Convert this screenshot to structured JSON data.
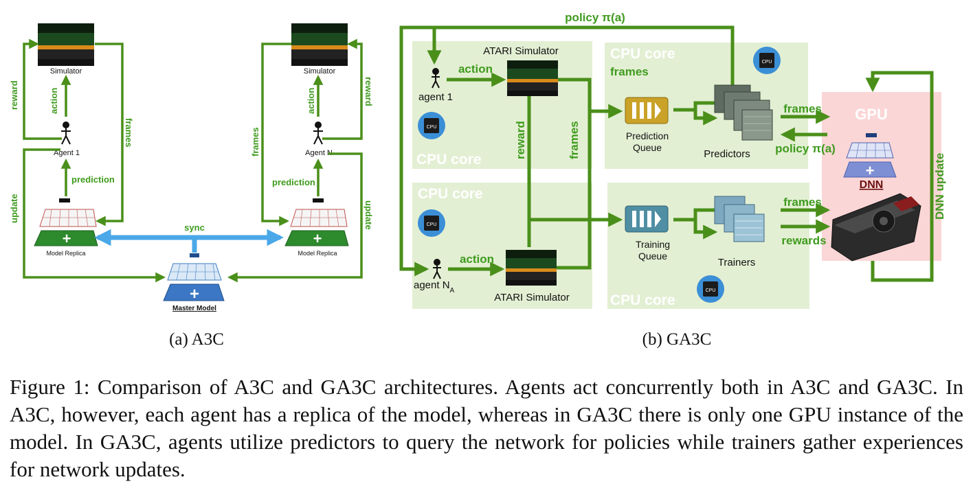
{
  "colors": {
    "arrow_green": "#4a8f1a",
    "label_green": "#3f9b1e",
    "sync_blue": "#4aa8e8",
    "core_box": "#e3efd3",
    "gpu_box": "#fbd6d6"
  },
  "a3c": {
    "simulator_left": "Simulator",
    "simulator_right": "Simulator",
    "agent_1": "Agent 1",
    "agent_n": "Agent N",
    "action_left": "action",
    "action_right": "action",
    "reward_left": "reward",
    "reward_right": "reward",
    "frames_left": "frames",
    "frames_right": "frames",
    "prediction_left": "prediction",
    "prediction_right": "prediction",
    "update_left": "update",
    "update_right": "update",
    "replica_left": "Model Replica",
    "replica_right": "Model Replica",
    "sync": "sync",
    "master": "Master Model",
    "caption": "(a) A3C"
  },
  "ga3c": {
    "policy_top": "policy π(a)",
    "atari_top": "ATARI Simulator",
    "atari_bottom": "ATARI Simulator",
    "agent_1": "agent 1",
    "agent_na": "agent N",
    "agent_na_sub": "A",
    "action_top": "action",
    "action_bottom": "action",
    "reward": "reward",
    "frames_vertical": "frames",
    "cpu_core_1": "CPU core",
    "cpu_core_2": "CPU core",
    "cpu_core_3": "CPU core",
    "cpu_core_4": "CPU core",
    "frames_in_core": "frames",
    "chip": "CPU",
    "prediction_queue_1": "Prediction",
    "prediction_queue_2": "Queue",
    "predictors": "Predictors",
    "training_queue_1": "Training",
    "training_queue_2": "Queue",
    "trainers": "Trainers",
    "frames_to_gpu_1": "frames",
    "policy_back": "policy π(a)",
    "frames_to_gpu_2": "frames",
    "rewards": "rewards",
    "gpu": "GPU",
    "dnn": "DNN",
    "dnn_update": "DNN update",
    "caption": "(b) GA3C"
  },
  "caption": "Figure 1: Comparison of A3C and GA3C architectures. Agents act concurrently both in A3C and GA3C. In A3C, however, each agent has a replica of the model, whereas in GA3C there is only one GPU instance of the model. In GA3C, agents utilize predictors to query the network for policies while trainers gather experiences for network updates."
}
